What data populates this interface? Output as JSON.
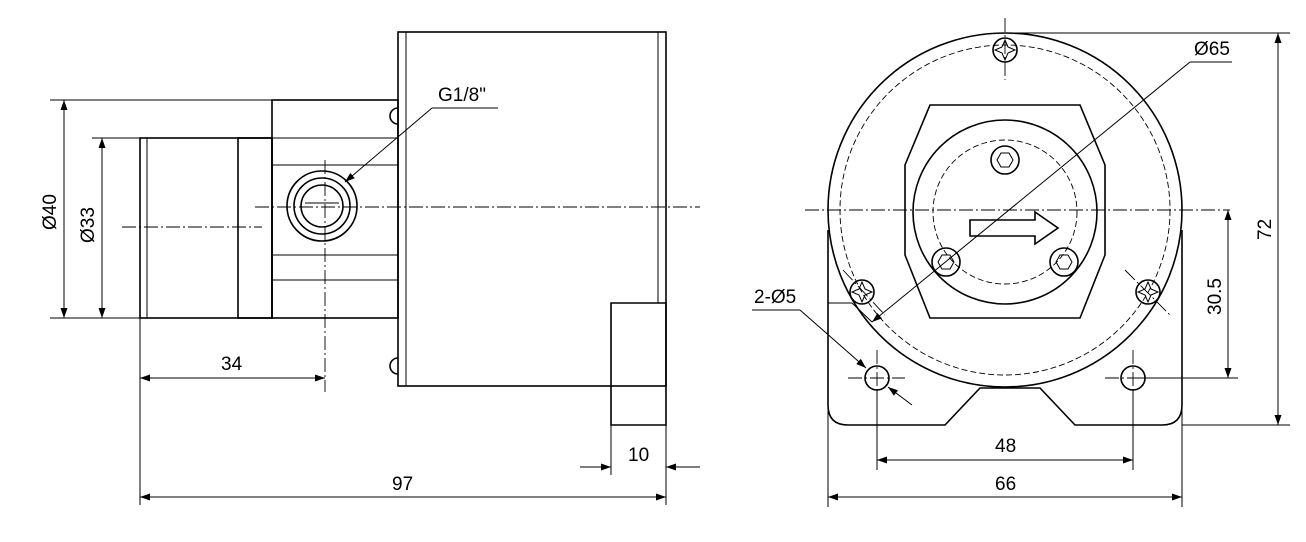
{
  "drawing": {
    "side_view": {
      "thread_label": "G1/8\"",
      "dim_outer_diameter": "Ø40",
      "dim_inner_diameter": "Ø33",
      "dim_port_offset": "34",
      "dim_flange_thickness": "10",
      "dim_total_length": "97"
    },
    "front_view": {
      "dim_body_diameter": "Ø65",
      "dim_mount_holes": "2-Ø5",
      "dim_total_height": "72",
      "dim_center_height": "30.5",
      "dim_hole_spacing": "48",
      "dim_base_width": "66"
    }
  }
}
